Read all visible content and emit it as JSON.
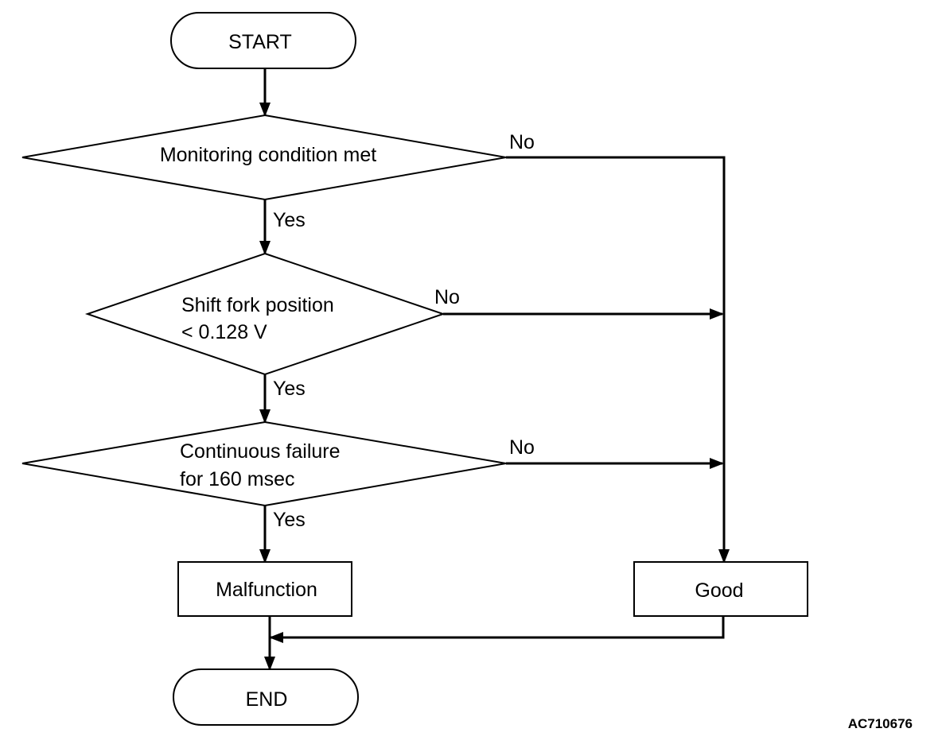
{
  "flowchart": {
    "start": "START",
    "decisions": [
      {
        "lines": [
          "Monitoring condition met"
        ],
        "yes": "Yes",
        "no": "No"
      },
      {
        "lines": [
          "Shift fork position",
          "< 0.128 V"
        ],
        "yes": "Yes",
        "no": "No"
      },
      {
        "lines": [
          "Continuous failure",
          "for 160 msec"
        ],
        "yes": "Yes",
        "no": "No"
      }
    ],
    "malfunction": "Malfunction",
    "good": "Good",
    "end": "END"
  },
  "figure_id": "AC710676"
}
